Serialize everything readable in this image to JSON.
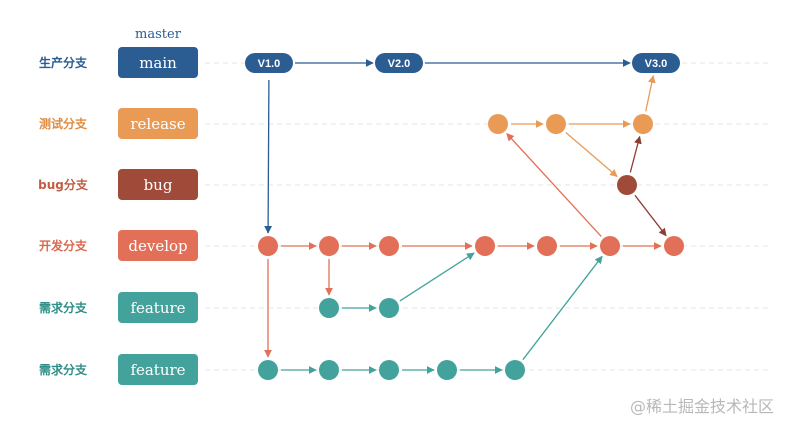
{
  "master_label": "master",
  "rows": [
    {
      "key": "main",
      "label": "生产分支",
      "branch": "main",
      "color": "#2b5c92",
      "label_color": "#2b5c92"
    },
    {
      "key": "release",
      "label": "测试分支",
      "branch": "release",
      "color": "#e99b56",
      "label_color": "#e08b40"
    },
    {
      "key": "bug",
      "label": "bug分支",
      "branch": "bug",
      "color": "#a04a3a",
      "label_color": "#c05d43"
    },
    {
      "key": "develop",
      "label": "开发分支",
      "branch": "develop",
      "color": "#e27058",
      "label_color": "#d9694f"
    },
    {
      "key": "feature1",
      "label": "需求分支",
      "branch": "feature",
      "color": "#43a39c",
      "label_color": "#2f8e87"
    },
    {
      "key": "feature2",
      "label": "需求分支",
      "branch": "feature",
      "color": "#43a39c",
      "label_color": "#2f8e87"
    }
  ],
  "versions": [
    "V1.0",
    "V2.0",
    "V3.0"
  ],
  "watermark": "@稀土掘金技术社区"
}
